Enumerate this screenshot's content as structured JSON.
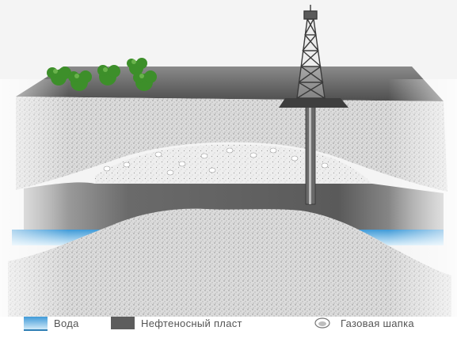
{
  "diagram": {
    "legend": [
      {
        "id": "water",
        "label": "Вода",
        "color": "#6fb9e0"
      },
      {
        "id": "oil",
        "label": "Нефтеносный пласт",
        "color": "#5d5d5d"
      },
      {
        "id": "gas",
        "label": "Газовая шапка",
        "color": "#bdbdbd"
      }
    ]
  },
  "colors": {
    "surface": "#5a5a5a",
    "rock_light": "#e2e2e2",
    "rock_dark": "#9a9a9a",
    "oil_layer": "#5e5e5e",
    "water": "#5aaee0",
    "trees": "#3e9a2e",
    "rig": "#4a4a4a"
  }
}
